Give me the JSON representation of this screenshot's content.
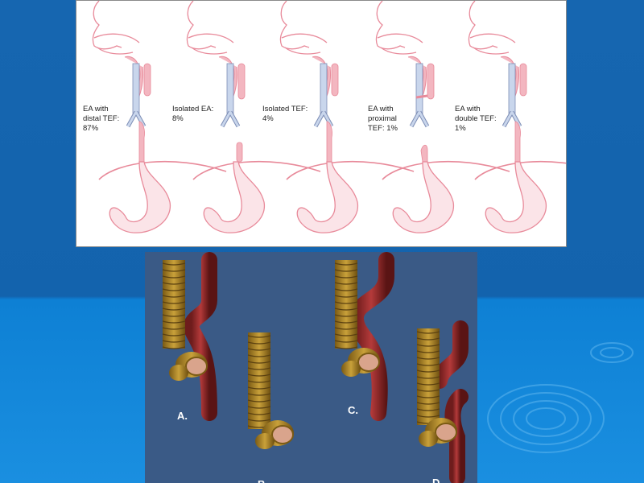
{
  "slide": {
    "background_top": "#1666b0",
    "background_bottom": "#1a8fe0",
    "panel_background": "#ffffff",
    "tissue_color": "#e88a9a",
    "trachea_color": "#c9d6ec"
  },
  "diagram_top": {
    "captions": [
      {
        "label": "EA with\ndistal TEF:\n87%"
      },
      {
        "label": "Isolated EA:\n8%"
      },
      {
        "label": "Isolated TEF:\n4%"
      },
      {
        "label": "EA with\nproximal\nTEF: 1%"
      },
      {
        "label": "EA with\ndouble TEF:\n1%"
      }
    ]
  },
  "diagram_bottom": {
    "background": "#3a5a86",
    "trachea_color": "#c9a13a",
    "esophagus_color": "#b43a3a",
    "labels": [
      "A.",
      "B.",
      "C.",
      "D."
    ]
  }
}
